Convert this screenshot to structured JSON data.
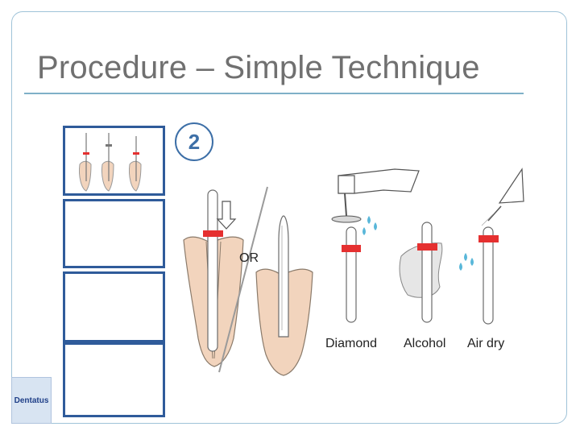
{
  "slide": {
    "title": "Procedure – Simple Technique",
    "step_number": "2",
    "or_label": "OR",
    "captions": [
      "Diamond",
      "Alcohol",
      "Air dry"
    ]
  },
  "logo": {
    "text": "Dentatus"
  },
  "colors": {
    "frame": "#9fc3d8",
    "thumb_border": "#2f5b9a",
    "badge": "#3d6fa7",
    "marker_red": "#e53030",
    "tooth": "#f2d4bd",
    "water": "#59b7d9"
  },
  "icons": [
    "step-number-badge",
    "down-arrow-icon",
    "spray-nozzle-icon",
    "water-drops-icon",
    "dentatus-logo"
  ]
}
